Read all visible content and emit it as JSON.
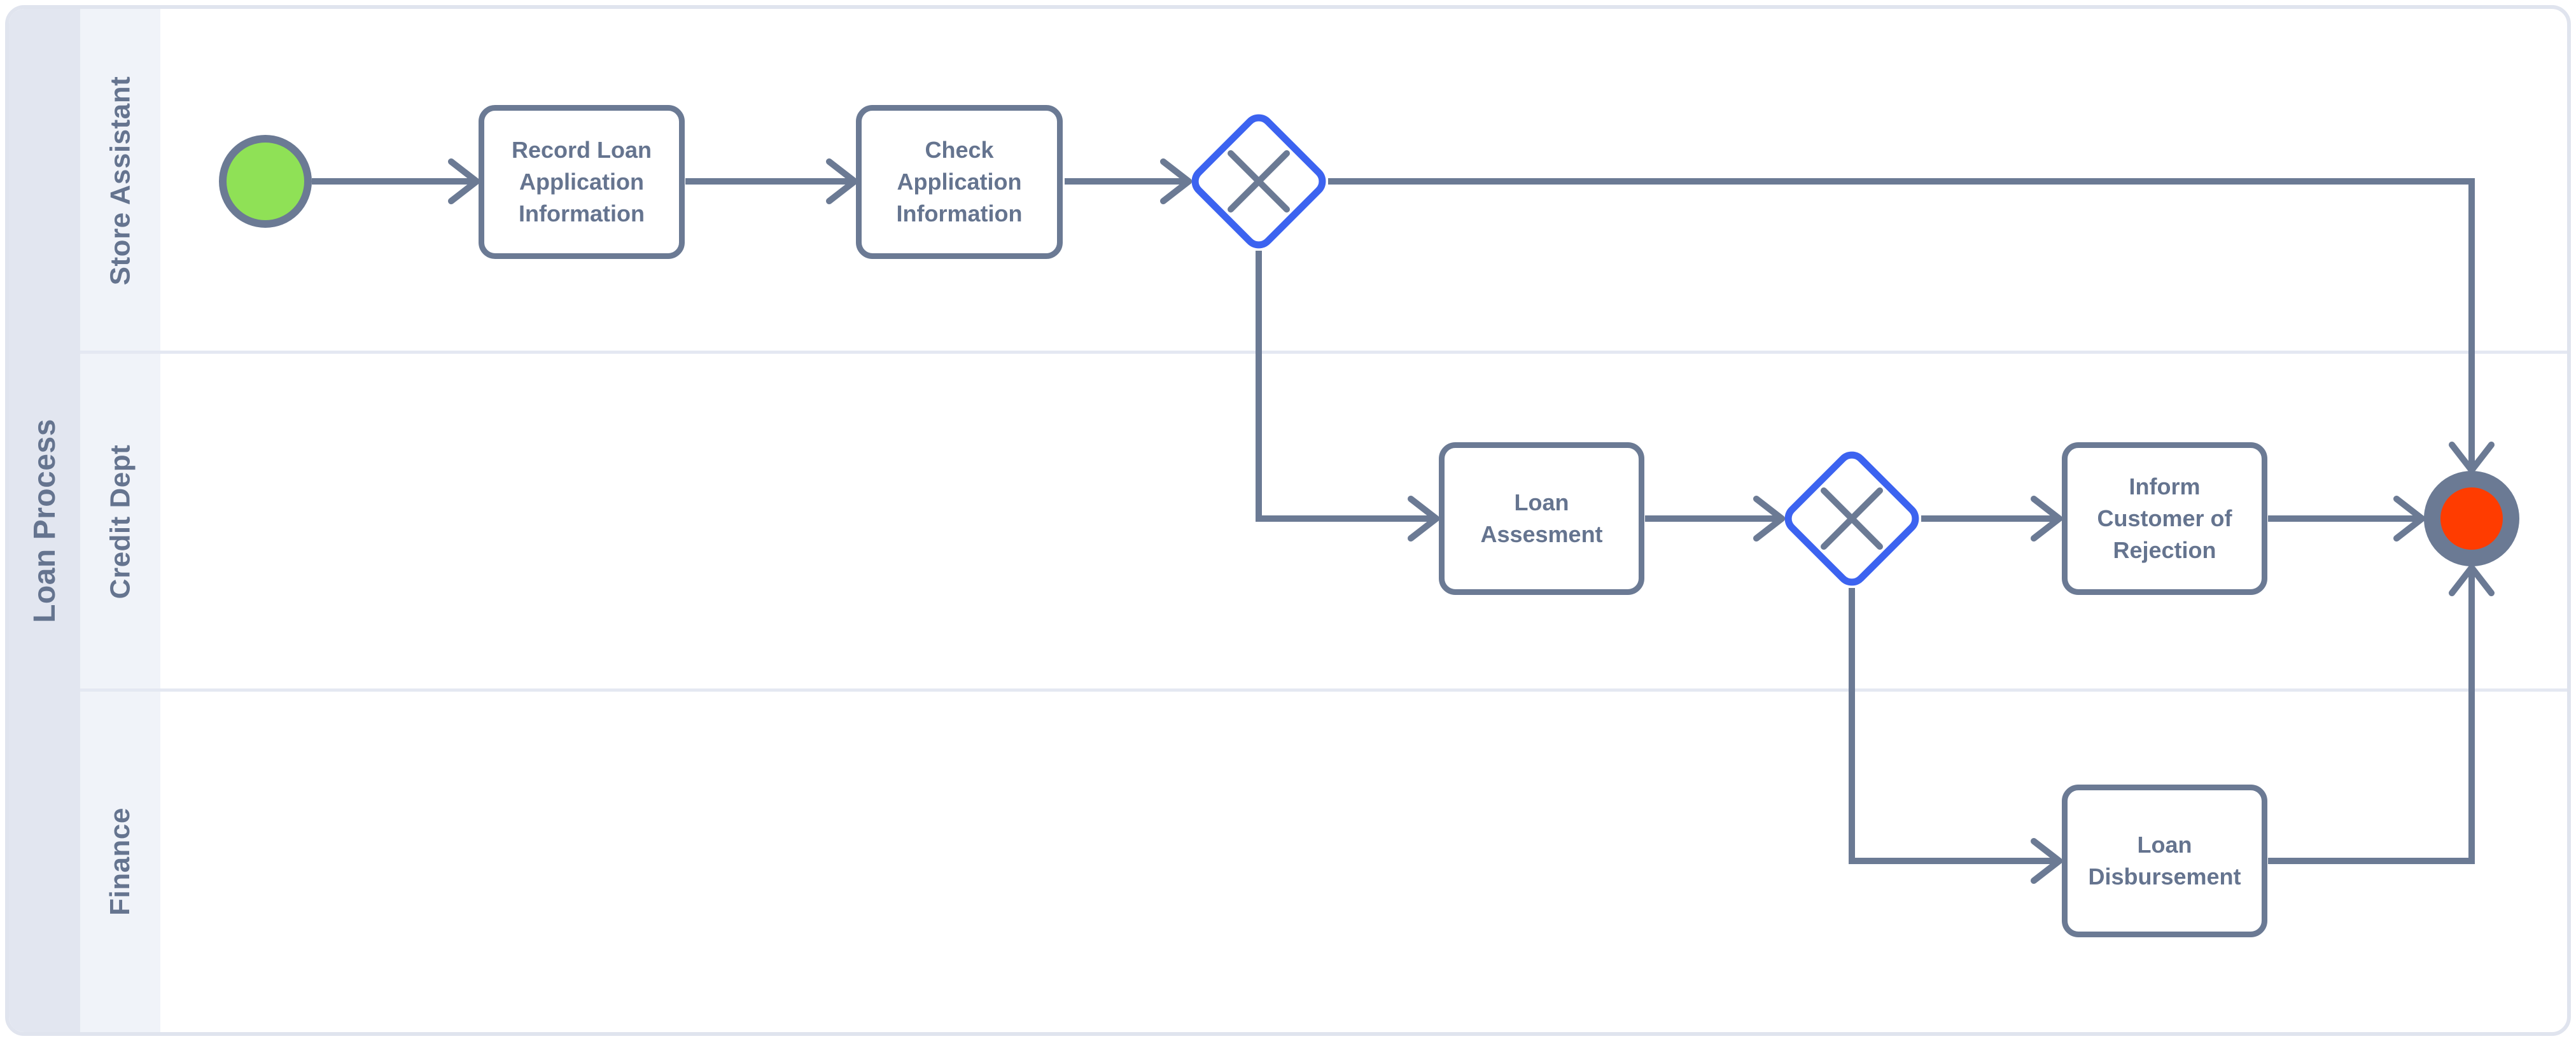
{
  "pool": {
    "label": "Loan Process"
  },
  "lanes": [
    {
      "label": "Store Assistant"
    },
    {
      "label": "Credit Dept"
    },
    {
      "label": "Finance"
    }
  ],
  "nodes": {
    "task_record": {
      "label": "Record Loan\nApplication\nInformation"
    },
    "task_check": {
      "label": "Check\nApplication\nInformation"
    },
    "task_assessment": {
      "label": "Loan\nAssesment"
    },
    "task_inform": {
      "label": "Inform\nCustomer of\nRejection"
    },
    "task_disburse": {
      "label": "Loan\nDisbursement"
    },
    "start_event": {
      "type": "start-event"
    },
    "gateway_check": {
      "type": "exclusive-gateway"
    },
    "gateway_decision": {
      "type": "exclusive-gateway"
    },
    "end_event": {
      "type": "end-event"
    }
  },
  "colors": {
    "stroke": "#6b7a94",
    "text": "#65748f",
    "gateway_border": "#3c63f0",
    "start_fill": "#8fe156",
    "end_fill": "#ff3c00",
    "pool_border": "#e0e4ee",
    "pool_header_bg": "#e2e6f0",
    "lane_label_bg": "#f0f3f9",
    "lane_separator": "#e4e8f2",
    "lane_bg": "#ffffff"
  }
}
